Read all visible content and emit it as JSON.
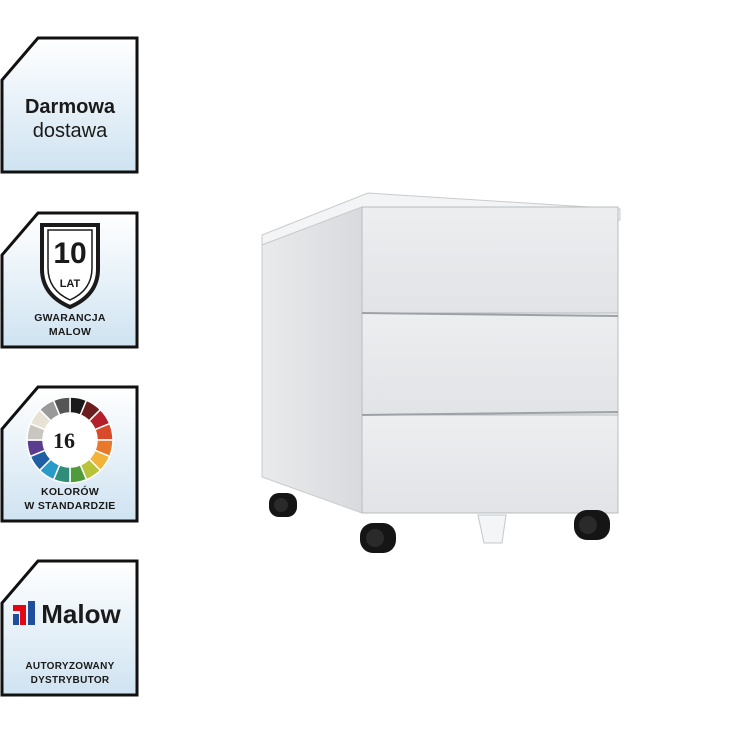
{
  "badges": {
    "delivery": {
      "line1": "Darmowa",
      "line2": "dostawa"
    },
    "warranty": {
      "number": "10",
      "unit": "LAT",
      "line1": "GWARANCJA",
      "line2": "MALOW"
    },
    "colors": {
      "count": "16",
      "line1": "KOLORÓW",
      "line2": "W STANDARDZIE"
    },
    "distributor": {
      "brand": "Malow",
      "line1": "AUTORYZOWANY",
      "line2": "DYSTRYBUTOR"
    }
  },
  "product": {
    "drawers": 3,
    "casters": 4,
    "color": "#e6e7e9"
  },
  "colors": {
    "badge_border": "#111111",
    "badge_bg_top": "#ffffff",
    "badge_bg_bottom": "#cfe3f1",
    "brand_red": "#e30613",
    "brand_blue": "#1f4e9c",
    "wheel": "#151515"
  },
  "icons": [
    "shield-icon",
    "color-wheel-icon",
    "malow-logo-icon",
    "caster-icon"
  ]
}
